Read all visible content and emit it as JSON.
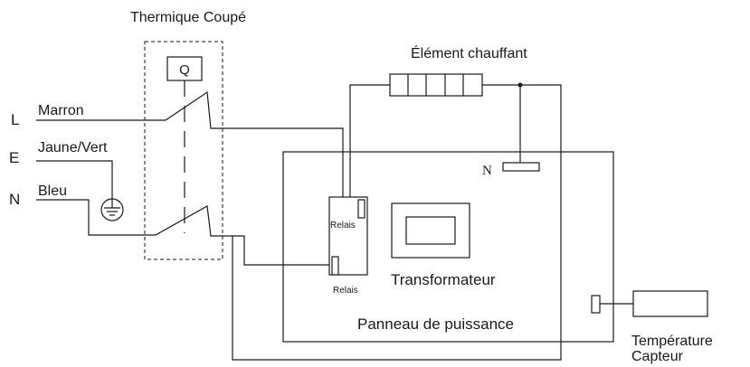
{
  "labels": {
    "thermal_cutoff": "Thermique Coupé",
    "q_switch": "Q",
    "heating_element": "Élément chauffant",
    "line_terminal": "L",
    "line_wire": "Marron",
    "earth_terminal": "E",
    "earth_wire": "Jaune/Vert",
    "neutral_terminal": "N",
    "neutral_wire": "Bleu",
    "board_neutral": "N",
    "relay_top": "Relais",
    "relay_bottom": "Relais",
    "transformer": "Transformateur",
    "power_board": "Panneau de puissance",
    "temp_sensor_line1": "Température",
    "temp_sensor_line2": "Capteur"
  }
}
